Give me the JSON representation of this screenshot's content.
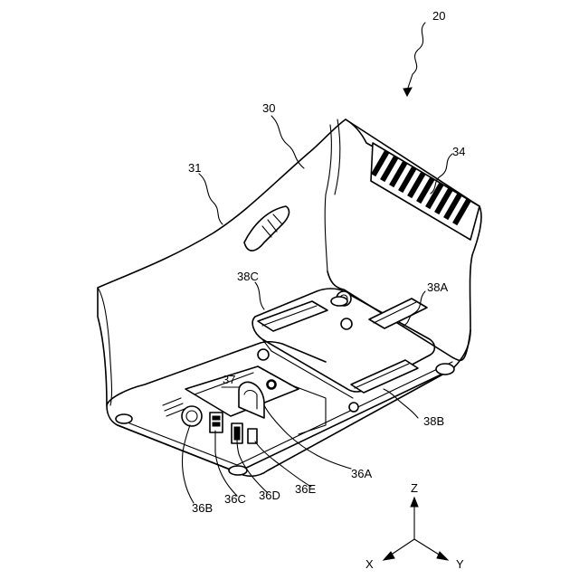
{
  "labels": {
    "assembly": "20",
    "housing": "30",
    "grip": "31",
    "vent": "34",
    "rail_a": "38A",
    "rail_b": "38B",
    "rail_c": "38C",
    "recess": "37",
    "port_a": "36A",
    "port_b": "36B",
    "port_c": "36C",
    "port_d": "36D",
    "port_e": "36E"
  },
  "axes": {
    "z": "Z",
    "x": "X",
    "y": "Y"
  }
}
